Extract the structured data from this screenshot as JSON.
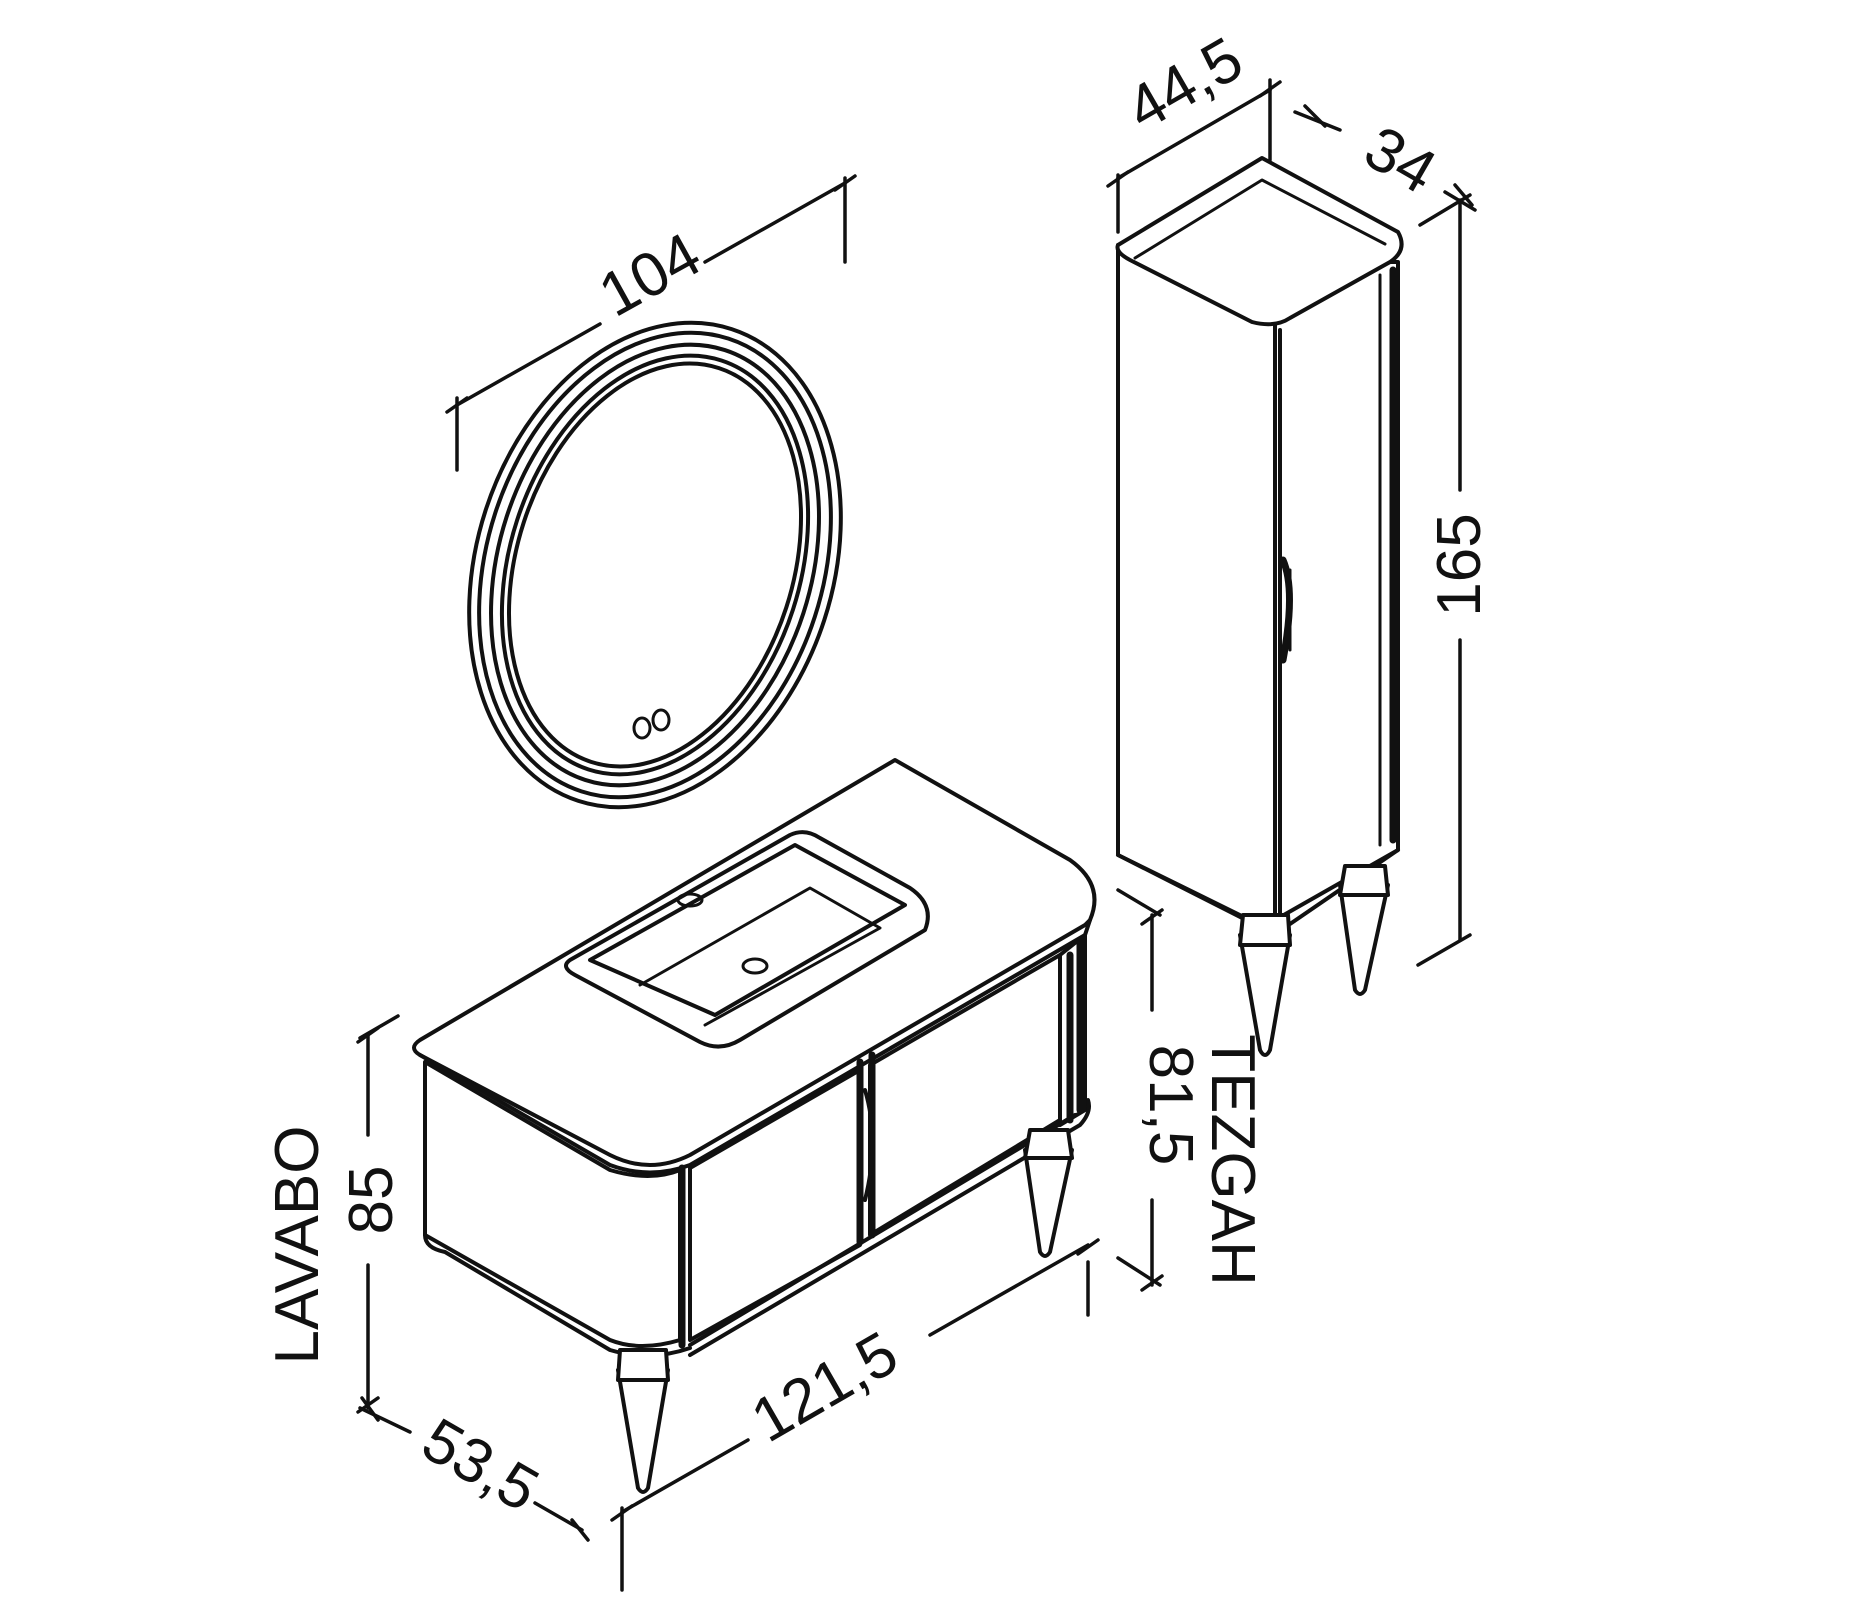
{
  "labels": {
    "mirror_width": "104",
    "cabinet_width": "44,5",
    "cabinet_depth": "34",
    "cabinet_height": "165",
    "counter_height": "81,5",
    "counter_label": "TEZGAH",
    "basin_height": "85",
    "basin_label": "LAVABO",
    "basin_depth": "53,5",
    "basin_width": "121,5"
  }
}
